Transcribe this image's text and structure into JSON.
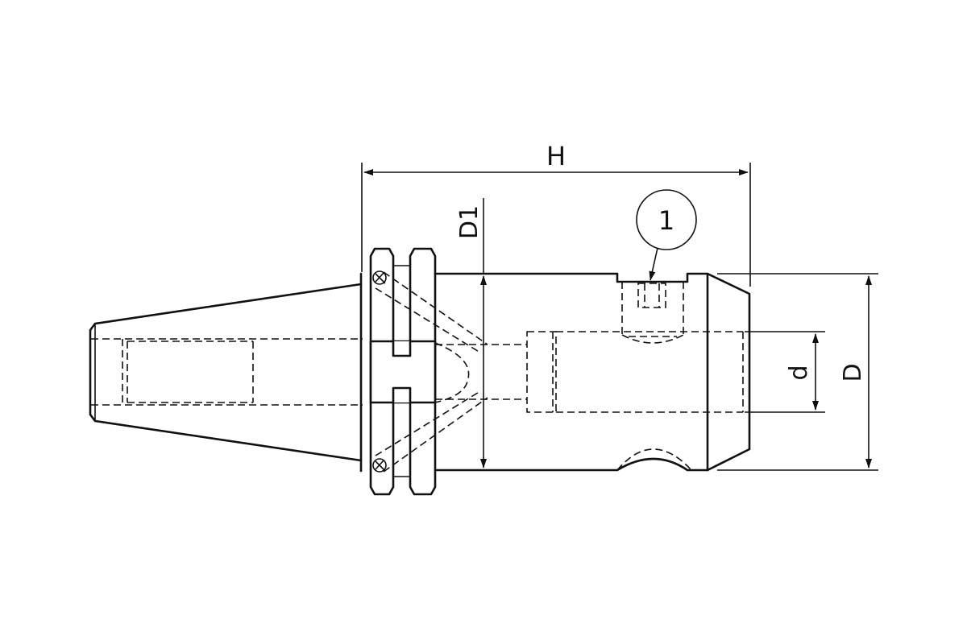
{
  "labels": {
    "overall_length": "H",
    "flange_diameter": "D1",
    "bore_diameter": "d",
    "body_diameter": "D",
    "callout_1": "1"
  },
  "colors": {
    "line": "#111111",
    "background": "#ffffff"
  }
}
